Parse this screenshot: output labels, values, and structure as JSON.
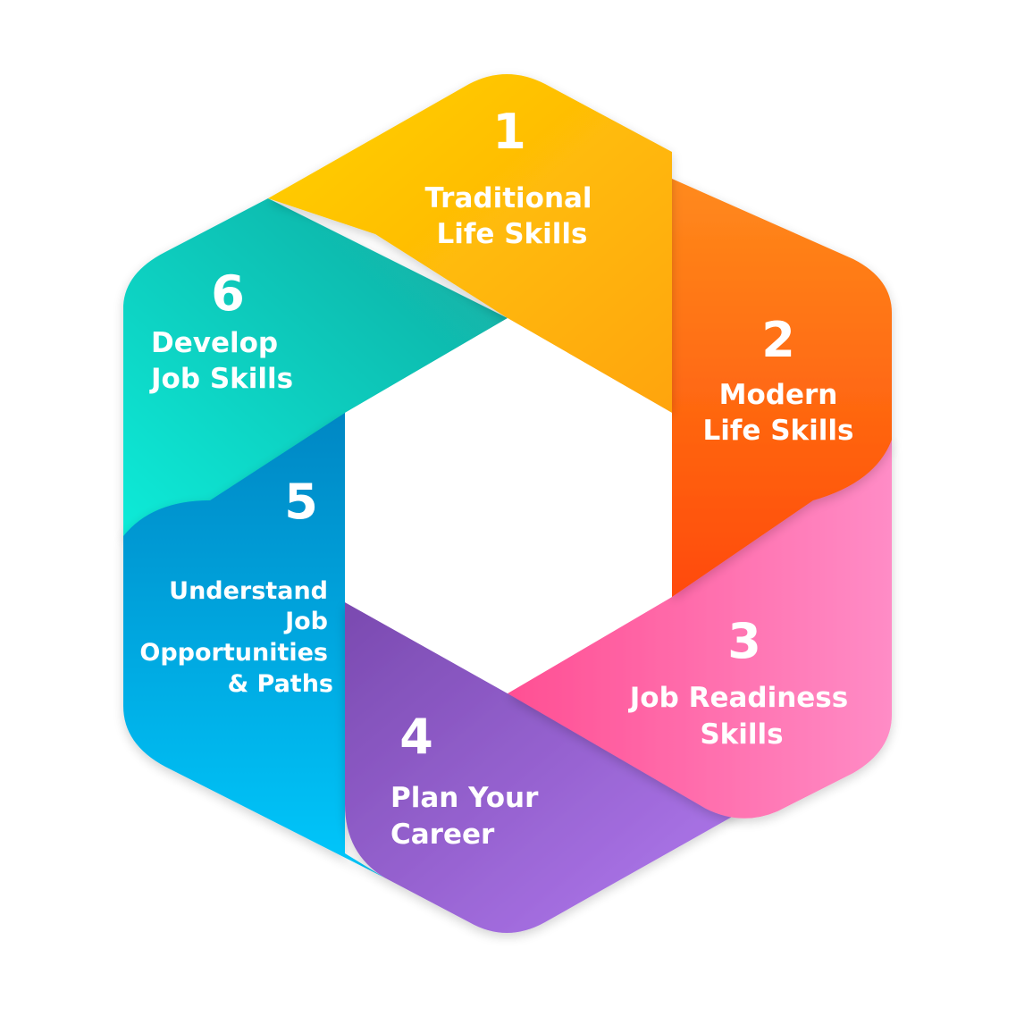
{
  "steps": [
    {
      "number": "1",
      "lines": [
        "Traditional",
        "Life Skills"
      ],
      "color_start": "#FFD200",
      "color_end": "#FFA40E"
    },
    {
      "number": "2",
      "lines": [
        "Modern",
        "Life Skills"
      ],
      "color_start": "#FF8A1C",
      "color_end": "#FF4A08"
    },
    {
      "number": "3",
      "lines": [
        "Job Readiness",
        "Skills"
      ],
      "color_start": "#FF4F93",
      "color_end": "#FF8CC6"
    },
    {
      "number": "4",
      "lines": [
        "Plan Your",
        "Career"
      ],
      "color_start": "#7A4AB0",
      "color_end": "#B27AF0"
    },
    {
      "number": "5",
      "lines": [
        "Understand",
        "Job",
        "Opportunities",
        "& Paths"
      ],
      "color_start": "#0087C4",
      "color_end": "#00C8FC"
    },
    {
      "number": "6",
      "lines": [
        "Develop",
        "Job Skills"
      ],
      "color_start": "#0AEBD8",
      "color_end": "#14A99F"
    }
  ]
}
